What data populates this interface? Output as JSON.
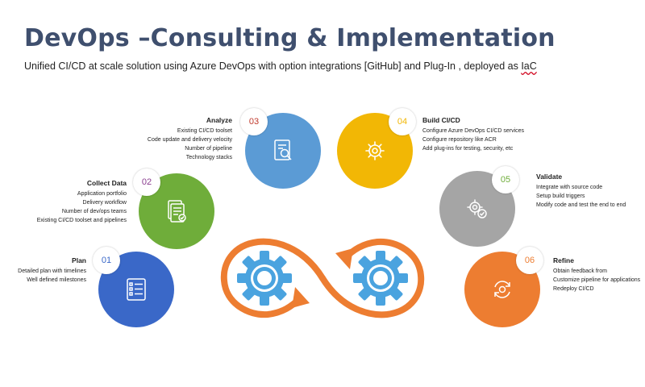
{
  "header": {
    "title": "DevOps –Consulting & Implementation",
    "subtitle_main": "Unified CI/CD at scale solution using Azure DevOps with option integrations [GitHub] and Plug-In , deployed as ",
    "subtitle_iac": "IaC"
  },
  "colors": {
    "title": "#3f4f6e",
    "plan": "#3a68c8",
    "collect": "#6fad3a",
    "analyze": "#5b9bd5",
    "build": "#f2b705",
    "validate": "#a5a5a5",
    "refine": "#ed7d31",
    "gear": "#4aa3df",
    "loop": "#ed7d31"
  },
  "steps": [
    {
      "number": "01",
      "heading": "Plan",
      "lines": [
        "Detailed plan with timelines",
        "Well defined milestones"
      ],
      "icon": "checklist-icon"
    },
    {
      "number": "02",
      "heading": "Collect Data",
      "lines": [
        "Application portfolio",
        "Delivery workflow",
        "Number of dev/ops teams",
        "Existing CI/CD toolset and pipelines"
      ],
      "icon": "document-check-icon"
    },
    {
      "number": "03",
      "heading": "Analyze",
      "lines": [
        "Existing CI/CD toolset",
        "Code update and delivery velocity",
        "Number of pipeline",
        "Technology stacks"
      ],
      "icon": "document-search-icon"
    },
    {
      "number": "04",
      "heading": "Build CI/CD",
      "lines": [
        "Configure Azure DevOps CI/CD services",
        "Configure repository like ACR",
        "Add plug-ins for testing, security, etc"
      ],
      "icon": "gear-icon"
    },
    {
      "number": "05",
      "heading": "Validate",
      "lines": [
        "Integrate with source code",
        "Setup build triggers",
        "Modify code and test the end to end"
      ],
      "icon": "gear-check-icon"
    },
    {
      "number": "06",
      "heading": "Refine",
      "lines": [
        "Obtain feedback from",
        "Customize pipeline for applications",
        "Redeploy CI/CD"
      ],
      "icon": "refresh-gear-icon"
    }
  ],
  "center_graphic": {
    "icon": "infinity-gears-icon"
  }
}
